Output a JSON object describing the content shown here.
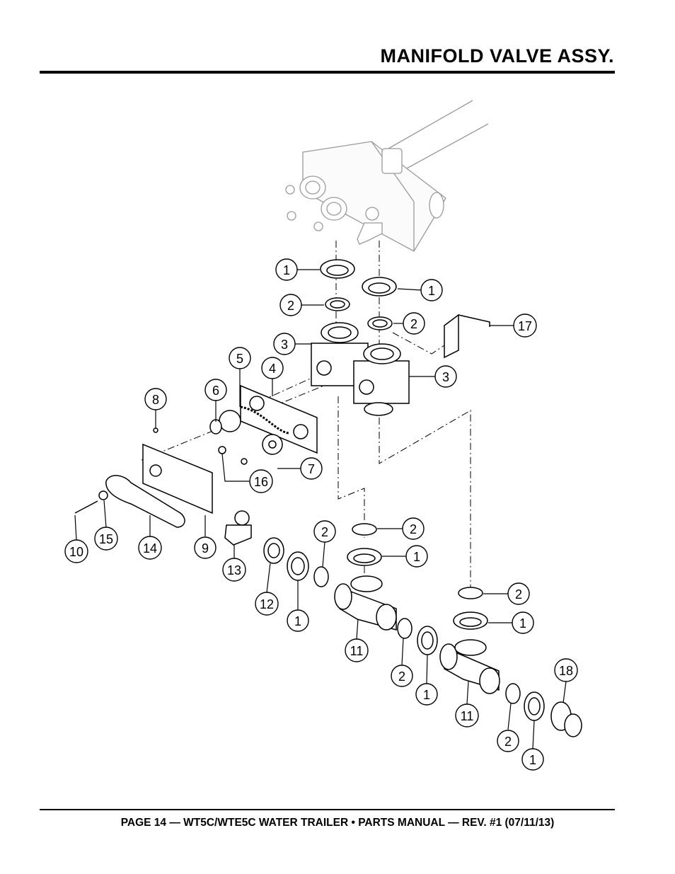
{
  "header": {
    "title": "MANIFOLD VALVE ASSY."
  },
  "footer": {
    "text": "PAGE 14 — WT5C/WTE5C WATER TRAILER • PARTS MANUAL — REV. #1 (07/11/13)"
  },
  "callouts": [
    {
      "id": "c1a",
      "label": "1"
    },
    {
      "id": "c1b",
      "label": "1"
    },
    {
      "id": "c2a",
      "label": "2"
    },
    {
      "id": "c2b",
      "label": "2"
    },
    {
      "id": "c3a",
      "label": "3"
    },
    {
      "id": "c3b",
      "label": "3"
    },
    {
      "id": "c17",
      "label": "17"
    },
    {
      "id": "c5",
      "label": "5"
    },
    {
      "id": "c4",
      "label": "4"
    },
    {
      "id": "c6",
      "label": "6"
    },
    {
      "id": "c8",
      "label": "8"
    },
    {
      "id": "c7",
      "label": "7"
    },
    {
      "id": "c16",
      "label": "16"
    },
    {
      "id": "c10",
      "label": "10"
    },
    {
      "id": "c15",
      "label": "15"
    },
    {
      "id": "c14",
      "label": "14"
    },
    {
      "id": "c9",
      "label": "9"
    },
    {
      "id": "c13",
      "label": "13"
    },
    {
      "id": "c2c",
      "label": "2"
    },
    {
      "id": "c2d",
      "label": "2"
    },
    {
      "id": "c1c",
      "label": "1"
    },
    {
      "id": "c12",
      "label": "12"
    },
    {
      "id": "c1d",
      "label": "1"
    },
    {
      "id": "c11a",
      "label": "11"
    },
    {
      "id": "c2e",
      "label": "2"
    },
    {
      "id": "c1e",
      "label": "1"
    },
    {
      "id": "c2f",
      "label": "2"
    },
    {
      "id": "c1f",
      "label": "1"
    },
    {
      "id": "c11b",
      "label": "11"
    },
    {
      "id": "c18",
      "label": "18"
    },
    {
      "id": "c2g",
      "label": "2"
    },
    {
      "id": "c1g",
      "label": "1"
    }
  ]
}
